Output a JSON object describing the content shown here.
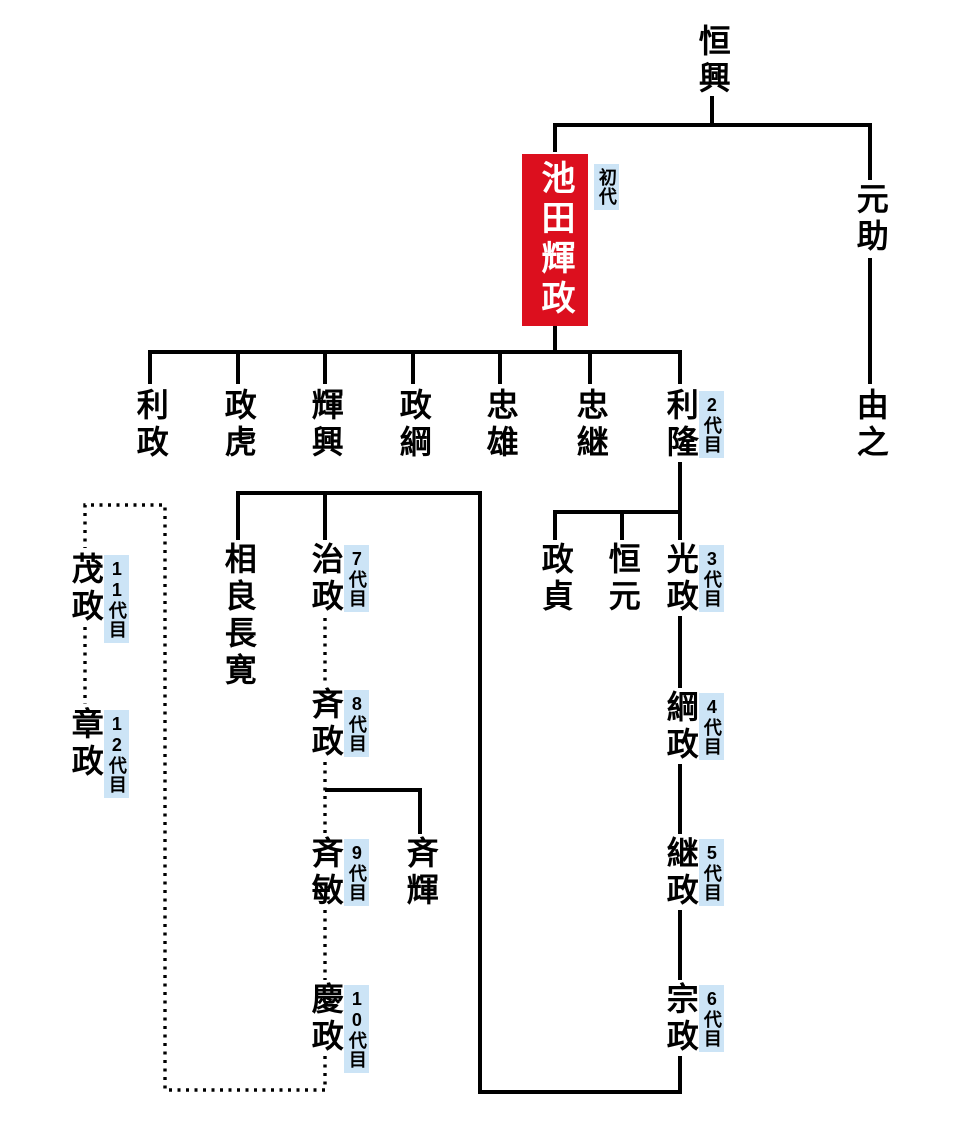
{
  "diagram": {
    "type": "family-tree",
    "subject": "池田輝政",
    "colors": {
      "highlight": "#dc0f1e",
      "badge_bg": "#cce4f6",
      "line": "#000000"
    }
  },
  "people": [
    {
      "name": "恒興"
    },
    {
      "name": "池田輝政",
      "generation": "初代"
    },
    {
      "name": "元助"
    },
    {
      "name": "由之"
    },
    {
      "name": "利政"
    },
    {
      "name": "政虎"
    },
    {
      "name": "輝興"
    },
    {
      "name": "政綱"
    },
    {
      "name": "忠雄"
    },
    {
      "name": "忠継"
    },
    {
      "name": "利隆",
      "generation": "2代目"
    },
    {
      "name": "政貞"
    },
    {
      "name": "恒元"
    },
    {
      "name": "光政",
      "generation": "3代目"
    },
    {
      "name": "綱政",
      "generation": "4代目"
    },
    {
      "name": "継政",
      "generation": "5代目"
    },
    {
      "name": "宗政",
      "generation": "6代目"
    },
    {
      "name": "相良長寛"
    },
    {
      "name": "治政",
      "generation": "7代目"
    },
    {
      "name": "斉政",
      "generation": "8代目"
    },
    {
      "name": "斉輝"
    },
    {
      "name": "斉敏",
      "generation": "9代目"
    },
    {
      "name": "慶政",
      "generation": "10代目"
    },
    {
      "name": "茂政",
      "generation": "11代目"
    },
    {
      "name": "章政",
      "generation": "12代目"
    }
  ]
}
